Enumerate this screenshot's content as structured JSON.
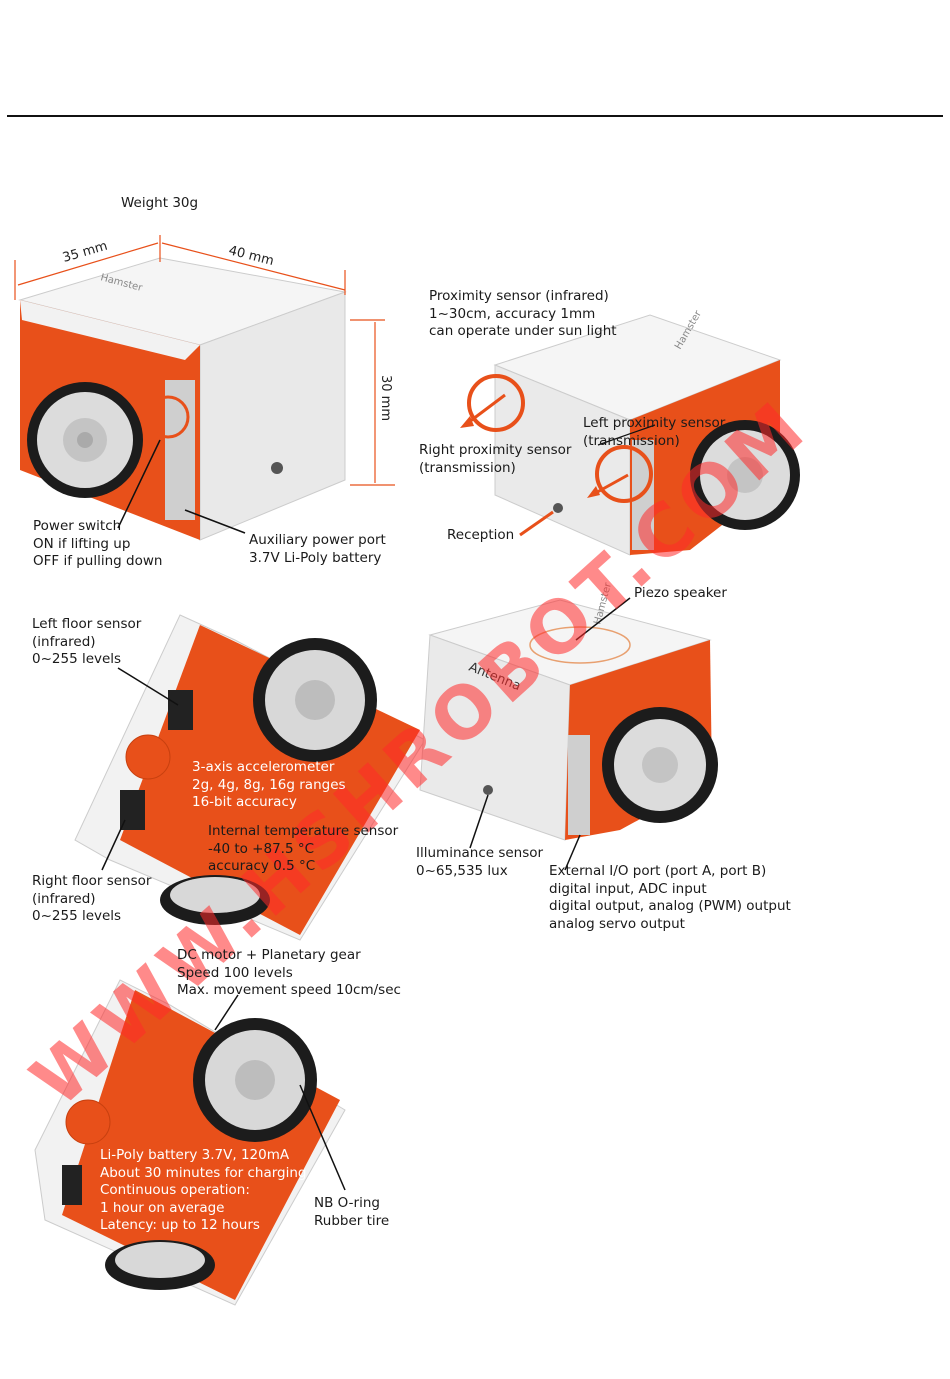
{
  "colors": {
    "orange": "#e8501a",
    "white_body": "#f2f2f2",
    "watermark": "#ff2a2a"
  },
  "dimensions": {
    "weight": "Weight 30g",
    "width": "35 mm",
    "length": "40 mm",
    "height": "30 mm"
  },
  "labels": {
    "power_switch": [
      "Power switch",
      "ON if lifting up",
      "OFF if pulling down"
    ],
    "aux_power": [
      "Auxiliary power port",
      "3.7V Li-Poly battery"
    ],
    "proximity": [
      "Proximity sensor (infrared)",
      "1~30cm, accuracy 1mm",
      "can operate under sun light"
    ],
    "right_prox": [
      "Right proximity sensor",
      "(transmission)"
    ],
    "left_prox": [
      "Left proximity sensor",
      "(transmission)"
    ],
    "reception": "Reception",
    "piezo": "Piezo speaker",
    "antenna": "Antenna",
    "left_floor": [
      "Left floor sensor",
      "(infrared)",
      "0~255  levels"
    ],
    "accelerometer": [
      "3-axis accelerometer",
      "2g, 4g, 8g, 16g ranges",
      "16-bit accuracy"
    ],
    "temperature": [
      "Internal temperature sensor",
      "-40 to +87.5 °C",
      "accuracy 0.5 °C"
    ],
    "right_floor": [
      "Right floor sensor",
      "(infrared)",
      "0~255  levels"
    ],
    "illuminance": [
      "Illuminance sensor",
      "0~65,535  lux"
    ],
    "external_io": [
      "External I/O port (port A, port B)",
      "digital input, ADC input",
      "digital output, analog (PWM) output",
      "analog servo output"
    ],
    "motor": [
      "DC motor + Planetary gear",
      "Speed 100 levels",
      "Max. movement speed 10cm/sec"
    ],
    "battery": [
      "Li-Poly battery 3.7V, 120mA",
      "About 30 minutes for charging",
      "Continuous operation:",
      "1 hour on average",
      "Latency: up to 12 hours"
    ],
    "tire": [
      "NB O-ring",
      "Rubber tire"
    ]
  },
  "watermark": "WWW.HSHROBOT.COM",
  "logo_text": "Hamster"
}
